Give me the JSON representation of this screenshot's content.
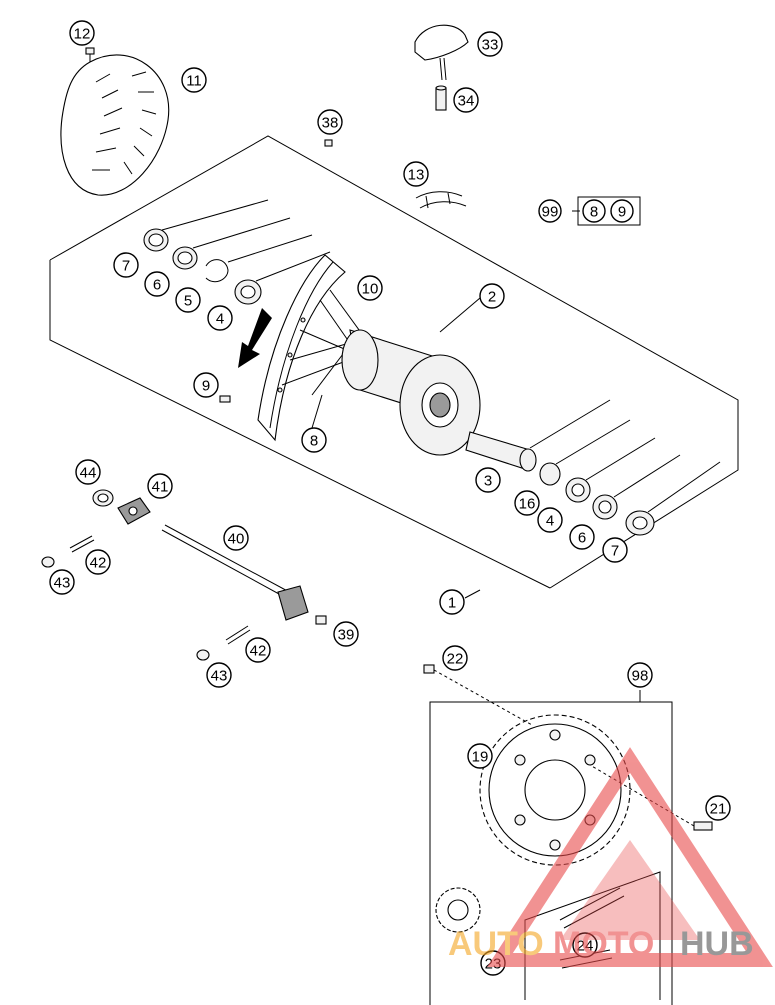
{
  "callouts": [
    {
      "id": "c12",
      "label": "12"
    },
    {
      "id": "c11",
      "label": "11"
    },
    {
      "id": "c33",
      "label": "33"
    },
    {
      "id": "c34",
      "label": "34"
    },
    {
      "id": "c38",
      "label": "38"
    },
    {
      "id": "c13",
      "label": "13"
    },
    {
      "id": "c99",
      "label": "99"
    },
    {
      "id": "c99a",
      "label": "8"
    },
    {
      "id": "c99b",
      "label": "9"
    },
    {
      "id": "c7a",
      "label": "7"
    },
    {
      "id": "c6a",
      "label": "6"
    },
    {
      "id": "c5",
      "label": "5"
    },
    {
      "id": "c4a",
      "label": "4"
    },
    {
      "id": "c10",
      "label": "10"
    },
    {
      "id": "c2",
      "label": "2"
    },
    {
      "id": "c9",
      "label": "9"
    },
    {
      "id": "c8",
      "label": "8"
    },
    {
      "id": "c3",
      "label": "3"
    },
    {
      "id": "c16",
      "label": "16"
    },
    {
      "id": "c4b",
      "label": "4"
    },
    {
      "id": "c6b",
      "label": "6"
    },
    {
      "id": "c7b",
      "label": "7"
    },
    {
      "id": "c44",
      "label": "44"
    },
    {
      "id": "c41",
      "label": "41"
    },
    {
      "id": "c40",
      "label": "40"
    },
    {
      "id": "c42a",
      "label": "42"
    },
    {
      "id": "c43a",
      "label": "43"
    },
    {
      "id": "c1",
      "label": "1"
    },
    {
      "id": "c39",
      "label": "39"
    },
    {
      "id": "c42b",
      "label": "42"
    },
    {
      "id": "c43b",
      "label": "43"
    },
    {
      "id": "c22",
      "label": "22"
    },
    {
      "id": "c98",
      "label": "98"
    },
    {
      "id": "c19",
      "label": "19"
    },
    {
      "id": "c21",
      "label": "21"
    },
    {
      "id": "c24",
      "label": "24"
    },
    {
      "id": "c23",
      "label": "23"
    }
  ],
  "watermark": {
    "text_part1": "AUTO",
    "text_part2": "MOTO",
    "text_part3": "HUB",
    "color_orange": "#f5a623",
    "color_red": "#e94b4b",
    "color_gray": "#555555"
  }
}
